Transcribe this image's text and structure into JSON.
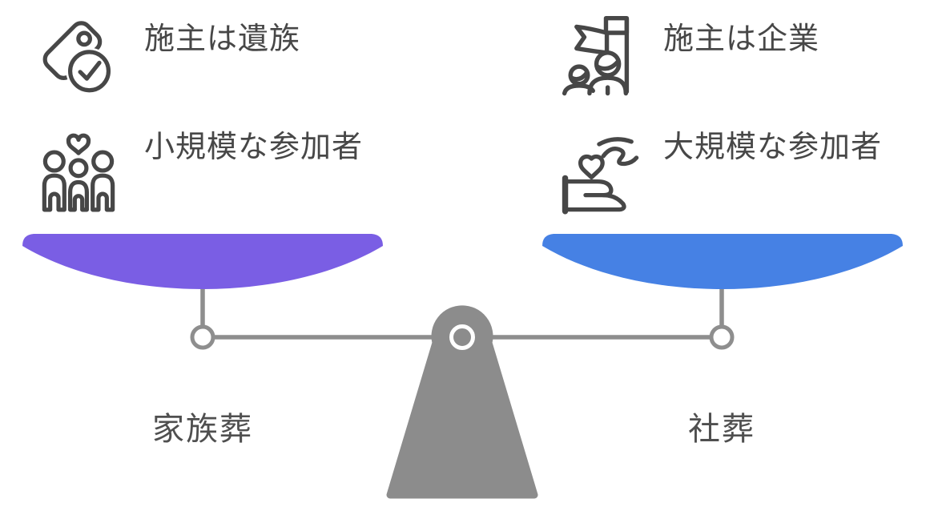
{
  "diagram_type": "balance-scale-comparison",
  "left_side": {
    "label": "家族葬",
    "pan_color": "#7a5ee4",
    "features": [
      {
        "icon": "tag-check-icon",
        "text": "施主は遺族"
      },
      {
        "icon": "group-heart-icon",
        "text": "小規模な参加者"
      }
    ]
  },
  "right_side": {
    "label": "社葬",
    "pan_color": "#4681e4",
    "features": [
      {
        "icon": "flag-team-icon",
        "text": "施主は企業"
      },
      {
        "icon": "hand-heart-icon",
        "text": "大規模な参加者"
      }
    ]
  },
  "scale": {
    "beam_color": "#8e8e8e",
    "fulcrum_color": "#8c8c8c"
  },
  "text_color": "#474747"
}
